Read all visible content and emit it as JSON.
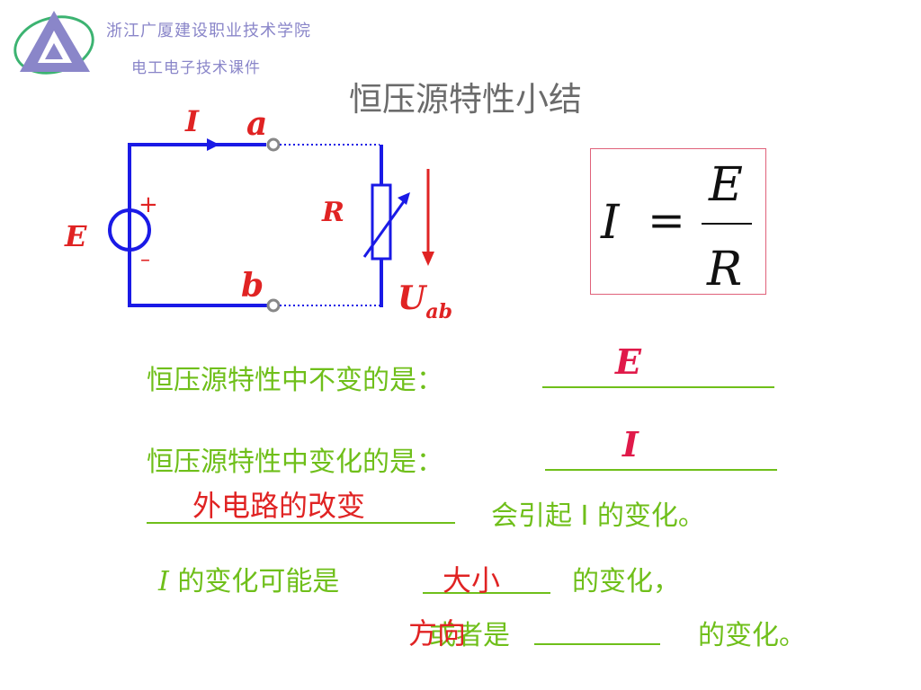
{
  "header": {
    "school": "浙江广厦建设职业技术学院",
    "course": "电工电子技术课件"
  },
  "title": "恒压源特性小结",
  "circuit": {
    "current": "I",
    "node_a": "a",
    "node_b": "b",
    "source": "E",
    "plus": "+",
    "minus": "–",
    "resistor": "R",
    "voltage": "U",
    "voltage_sub": "ab"
  },
  "formula": {
    "lhs": "I",
    "eq": "=",
    "numerator": "E",
    "denominator": "R"
  },
  "questions": {
    "unchanged_label": "恒压源特性中不变的是：",
    "unchanged_answer": "E",
    "changed_label": "恒压源特性中变化的是：",
    "changed_answer": "I",
    "cause_answer": "外电路的改变",
    "cause_text": "会引起 I 的变化。",
    "change_kind_prefix_var": "I",
    "change_kind_prefix": " 的变化可能是",
    "change_kind_answer1": "大小",
    "change_kind_mid": "的变化，",
    "change_kind_or": "或者是",
    "change_kind_answer2": "方向",
    "change_kind_end": "的变化。"
  },
  "colors": {
    "wire": "#1a1ae6",
    "label_red": "#e02323",
    "answer_red": "#e01a4a",
    "green_text": "#6fbf1a",
    "title_gray": "#6b6b6b",
    "logo_purple": "#8a86c9",
    "logo_green": "#3cb371",
    "formula_border": "#e0617a"
  }
}
